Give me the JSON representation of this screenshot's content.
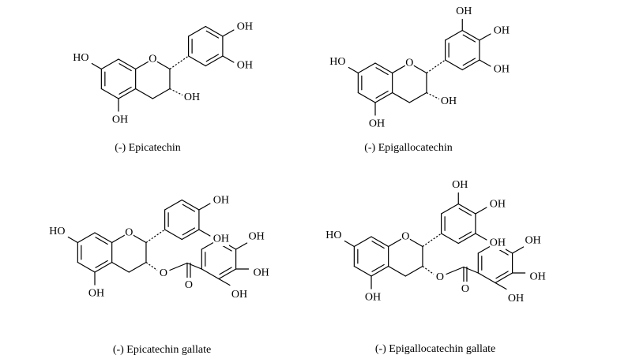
{
  "figure": {
    "structures": [
      {
        "name": "(-) Epicatechin",
        "labels": {
          "oh7": "HO",
          "o1": "O",
          "oh5": "OH",
          "oh3": "OH",
          "oh3p": "OH",
          "oh4p": "OH"
        }
      },
      {
        "name": "(-) Epigallocatechin",
        "labels": {
          "oh7": "HO",
          "o1": "O",
          "oh5": "OH",
          "oh3": "OH",
          "oh3p": "OH",
          "oh4p": "OH",
          "oh5p": "OH"
        }
      },
      {
        "name": "(-) Epicatechin gallate",
        "labels": {
          "oh7": "HO",
          "o1": "O",
          "oh5": "OH",
          "oh3p": "OH",
          "oh4p": "OH",
          "oe": "O",
          "oc": "O",
          "g_oh3": "OH",
          "g_oh4": "OH",
          "g_oh5": "OH"
        }
      },
      {
        "name": "(-) Epigallocatechin gallate",
        "labels": {
          "oh7": "HO",
          "o1": "O",
          "oh5": "OH",
          "oh3p": "OH",
          "oh4p": "OH",
          "oh5p": "OH",
          "oe": "O",
          "oc": "O",
          "g_oh3": "OH",
          "g_oh4": "OH",
          "g_oh5": "OH"
        }
      }
    ]
  }
}
